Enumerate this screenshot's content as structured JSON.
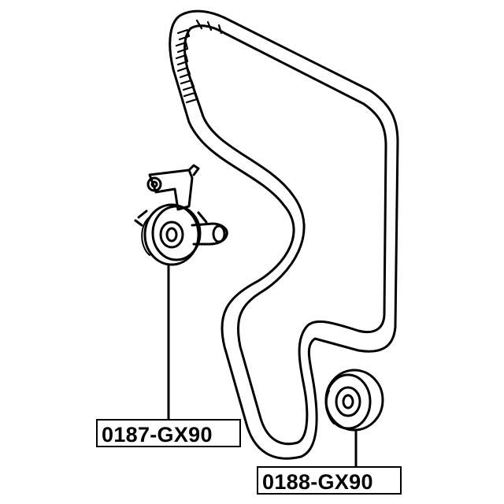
{
  "parts": [
    {
      "id": "tensioner",
      "label": "0187-GX90"
    },
    {
      "id": "idler",
      "label": "0188-GX90"
    }
  ],
  "colors": {
    "line": "#000000",
    "background": "#ffffff"
  }
}
